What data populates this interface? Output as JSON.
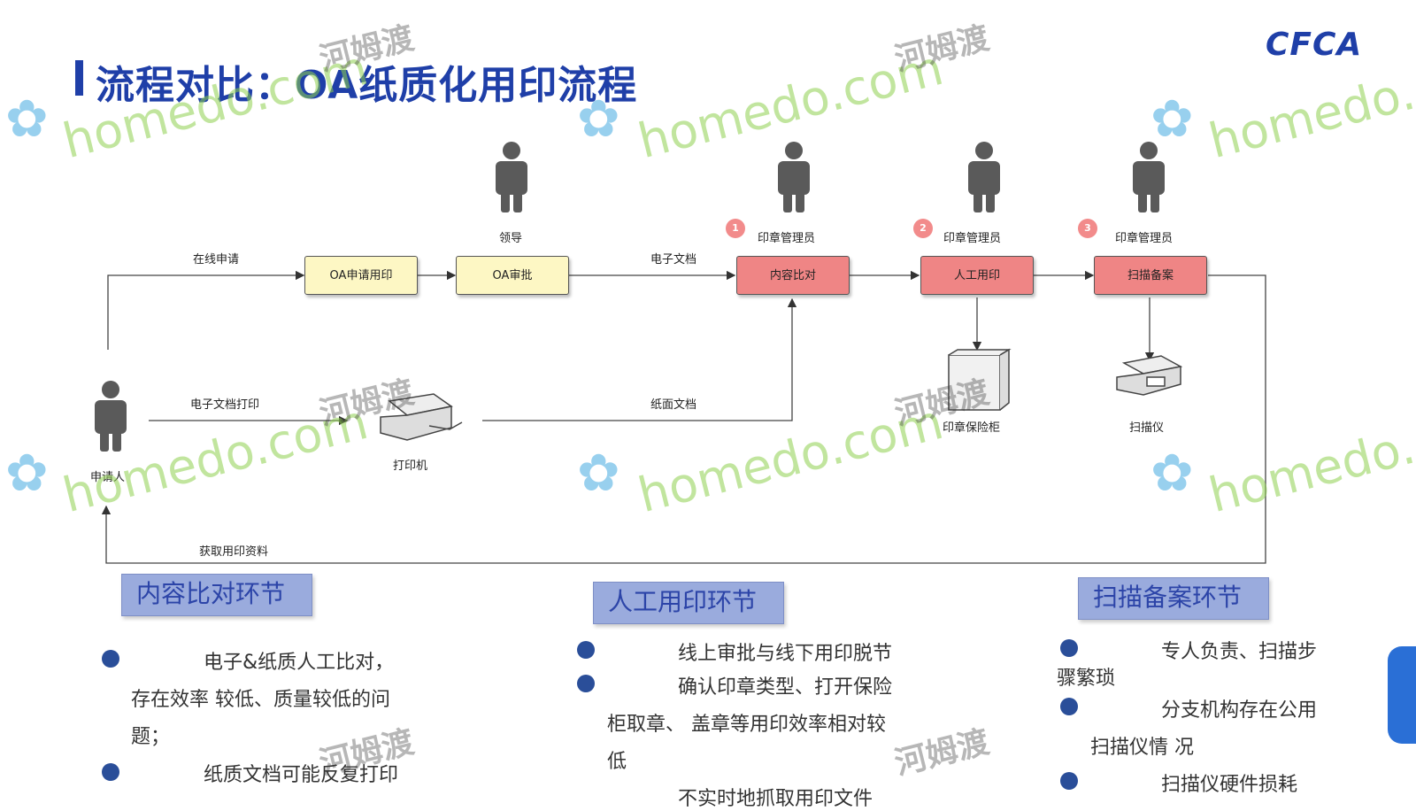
{
  "slide": {
    "title": "流程对比：OA纸质化用印流程",
    "logo": "CFCA"
  },
  "roles": {
    "leader": "领导",
    "seal_admin_1": "印章管理员",
    "seal_admin_2": "印章管理员",
    "seal_admin_3": "印章管理员",
    "applicant": "申请人",
    "badge_1": "1",
    "badge_2": "2",
    "badge_3": "3"
  },
  "steps": {
    "oa_apply": "OA申请用印",
    "oa_approve": "OA审批",
    "content_compare": "内容比对",
    "manual_seal": "人工用印",
    "scan_archive": "扫描备案"
  },
  "flow_labels": {
    "online_apply": "在线申请",
    "electronic_doc": "电子文档",
    "print_electronic": "电子文档打印",
    "paper_doc": "纸面文档",
    "fetch_materials": "获取用印资料"
  },
  "devices": {
    "printer": "打印机",
    "safe": "印章保险柜",
    "scanner": "扫描仪"
  },
  "sections": {
    "compare": {
      "title": "内容比对环节",
      "lines": [
        "电子&纸质人工比对，",
        "存在效率 较低、质量较低的问",
        "题；",
        "纸质文档可能反复打印"
      ]
    },
    "seal": {
      "title": "人工用印环节",
      "lines": [
        "线上审批与线下用印脱节",
        "确认印章类型、打开保险",
        "柜取章、 盖章等用印效率相对较",
        "低",
        "不实时地抓取用印文件"
      ]
    },
    "scan": {
      "title": "扫描备案环节",
      "lines": [
        "专人负责、扫描步",
        "骤繁琐",
        "分支机构存在公用",
        "扫描仪情 况",
        "扫描仪硬件损耗"
      ]
    }
  },
  "watermark": {
    "site": "homedo.com",
    "cn": "河姆渡"
  },
  "colors": {
    "title_blue": "#1f3fa8",
    "yellow_box": "#fdf7c4",
    "red_box": "#ef8585",
    "section_bg": "#9aabdd",
    "bullet": "#2a4e99"
  }
}
